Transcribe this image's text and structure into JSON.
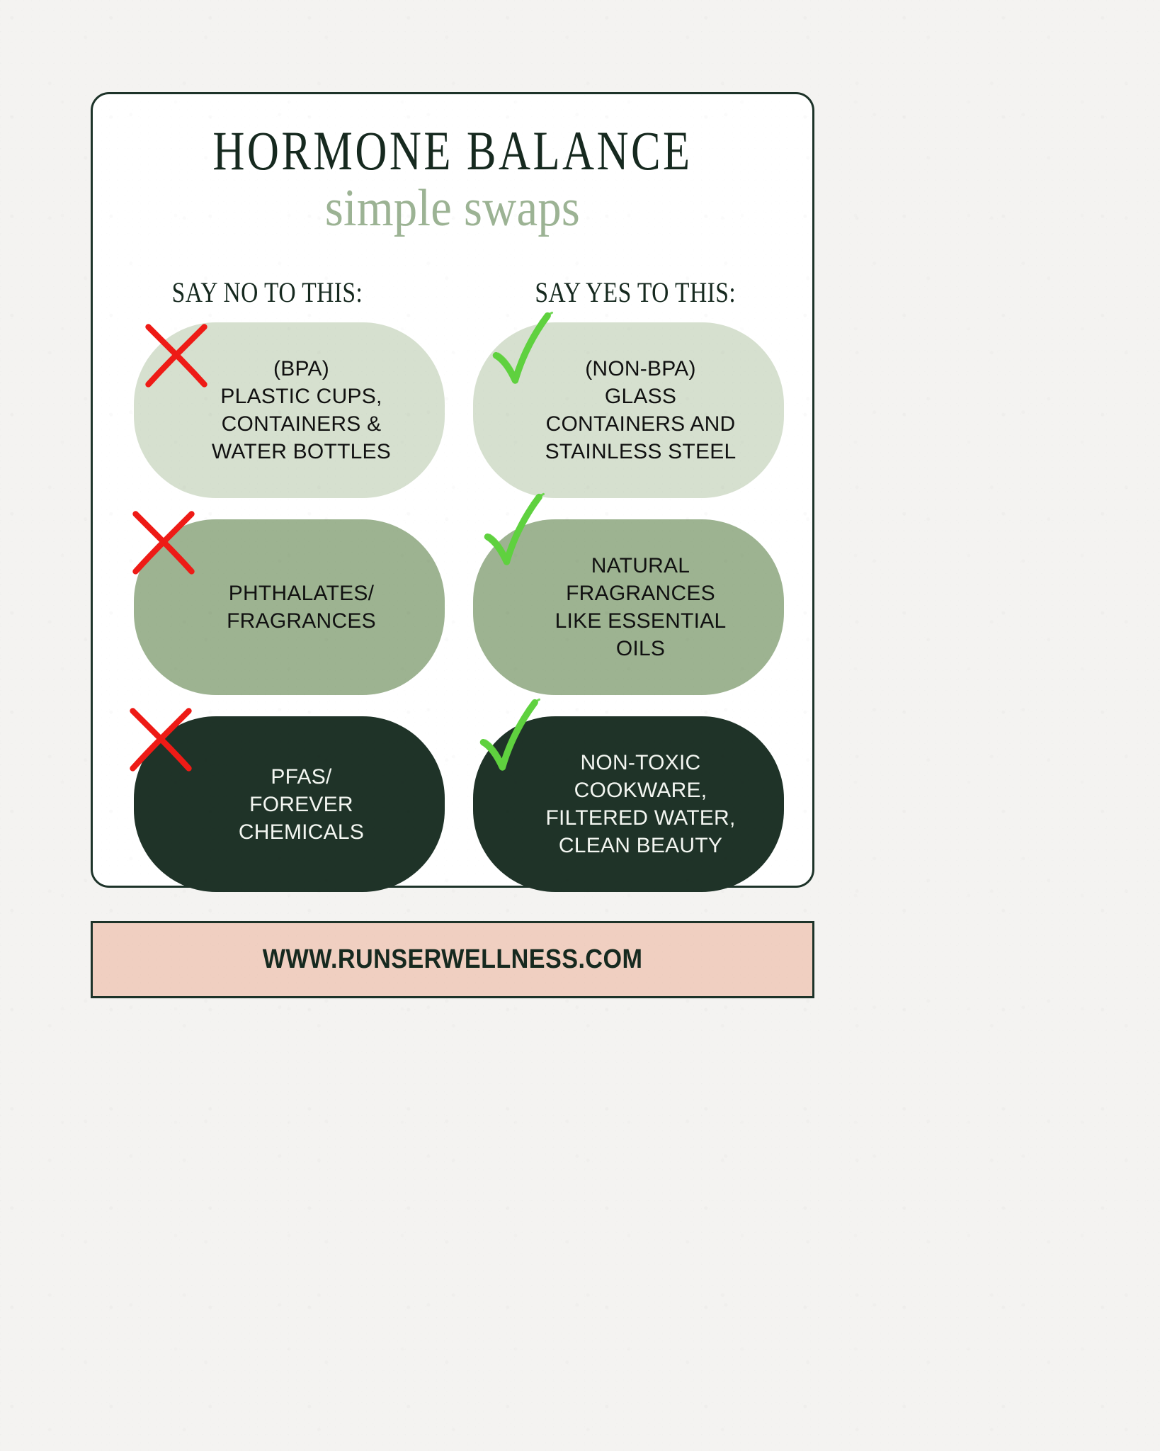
{
  "page": {
    "background_color": "#f4f3f1",
    "panel_background": "#ffffff",
    "panel_border_color": "#1d3329"
  },
  "header": {
    "title": "HORMONE BALANCE",
    "subtitle": "simple swaps",
    "title_color": "#16291f",
    "subtitle_color": "#9cb394"
  },
  "columns": {
    "avoid_header": "SAY NO TO THIS:",
    "choose_header": "SAY YES TO THIS:"
  },
  "rows": [
    {
      "tint_class": "tint-light",
      "text_class": "text-dark",
      "fill_color": "#d6e0cf",
      "avoid": {
        "icon": "red-x-mark-icon",
        "text": "(BPA)\nPLASTIC CUPS,\nCONTAINERS &\nWATER BOTTLES"
      },
      "choose": {
        "icon": "green-check-mark-icon",
        "text": "(NON-BPA)\nGLASS\nCONTAINERS AND\nSTAINLESS STEEL"
      }
    },
    {
      "tint_class": "tint-mid",
      "text_class": "text-dark",
      "fill_color": "#9db391",
      "avoid": {
        "icon": "red-x-mark-icon",
        "text": "PHTHALATES/\nFRAGRANCES"
      },
      "choose": {
        "icon": "green-check-mark-icon",
        "text": "NATURAL\nFRAGRANCES\nLIKE ESSENTIAL\nOILS"
      }
    },
    {
      "tint_class": "tint-dark",
      "text_class": "text-light",
      "fill_color": "#1f3328",
      "avoid": {
        "icon": "red-x-mark-icon",
        "text": "PFAS/\nFOREVER\nCHEMICALS"
      },
      "choose": {
        "icon": "green-check-mark-icon",
        "text": "NON-TOXIC\nCOOKWARE,\nFILTERED WATER,\nCLEAN BEAUTY"
      }
    }
  ],
  "footer": {
    "url": "WWW.RUNSERWELLNESS.COM",
    "background_color": "#f0cfc1",
    "border_color": "#1d3329",
    "text_color": "#16291f"
  },
  "mark_colors": {
    "x_red": "#ee1b16",
    "check_green": "#5fd13f"
  }
}
